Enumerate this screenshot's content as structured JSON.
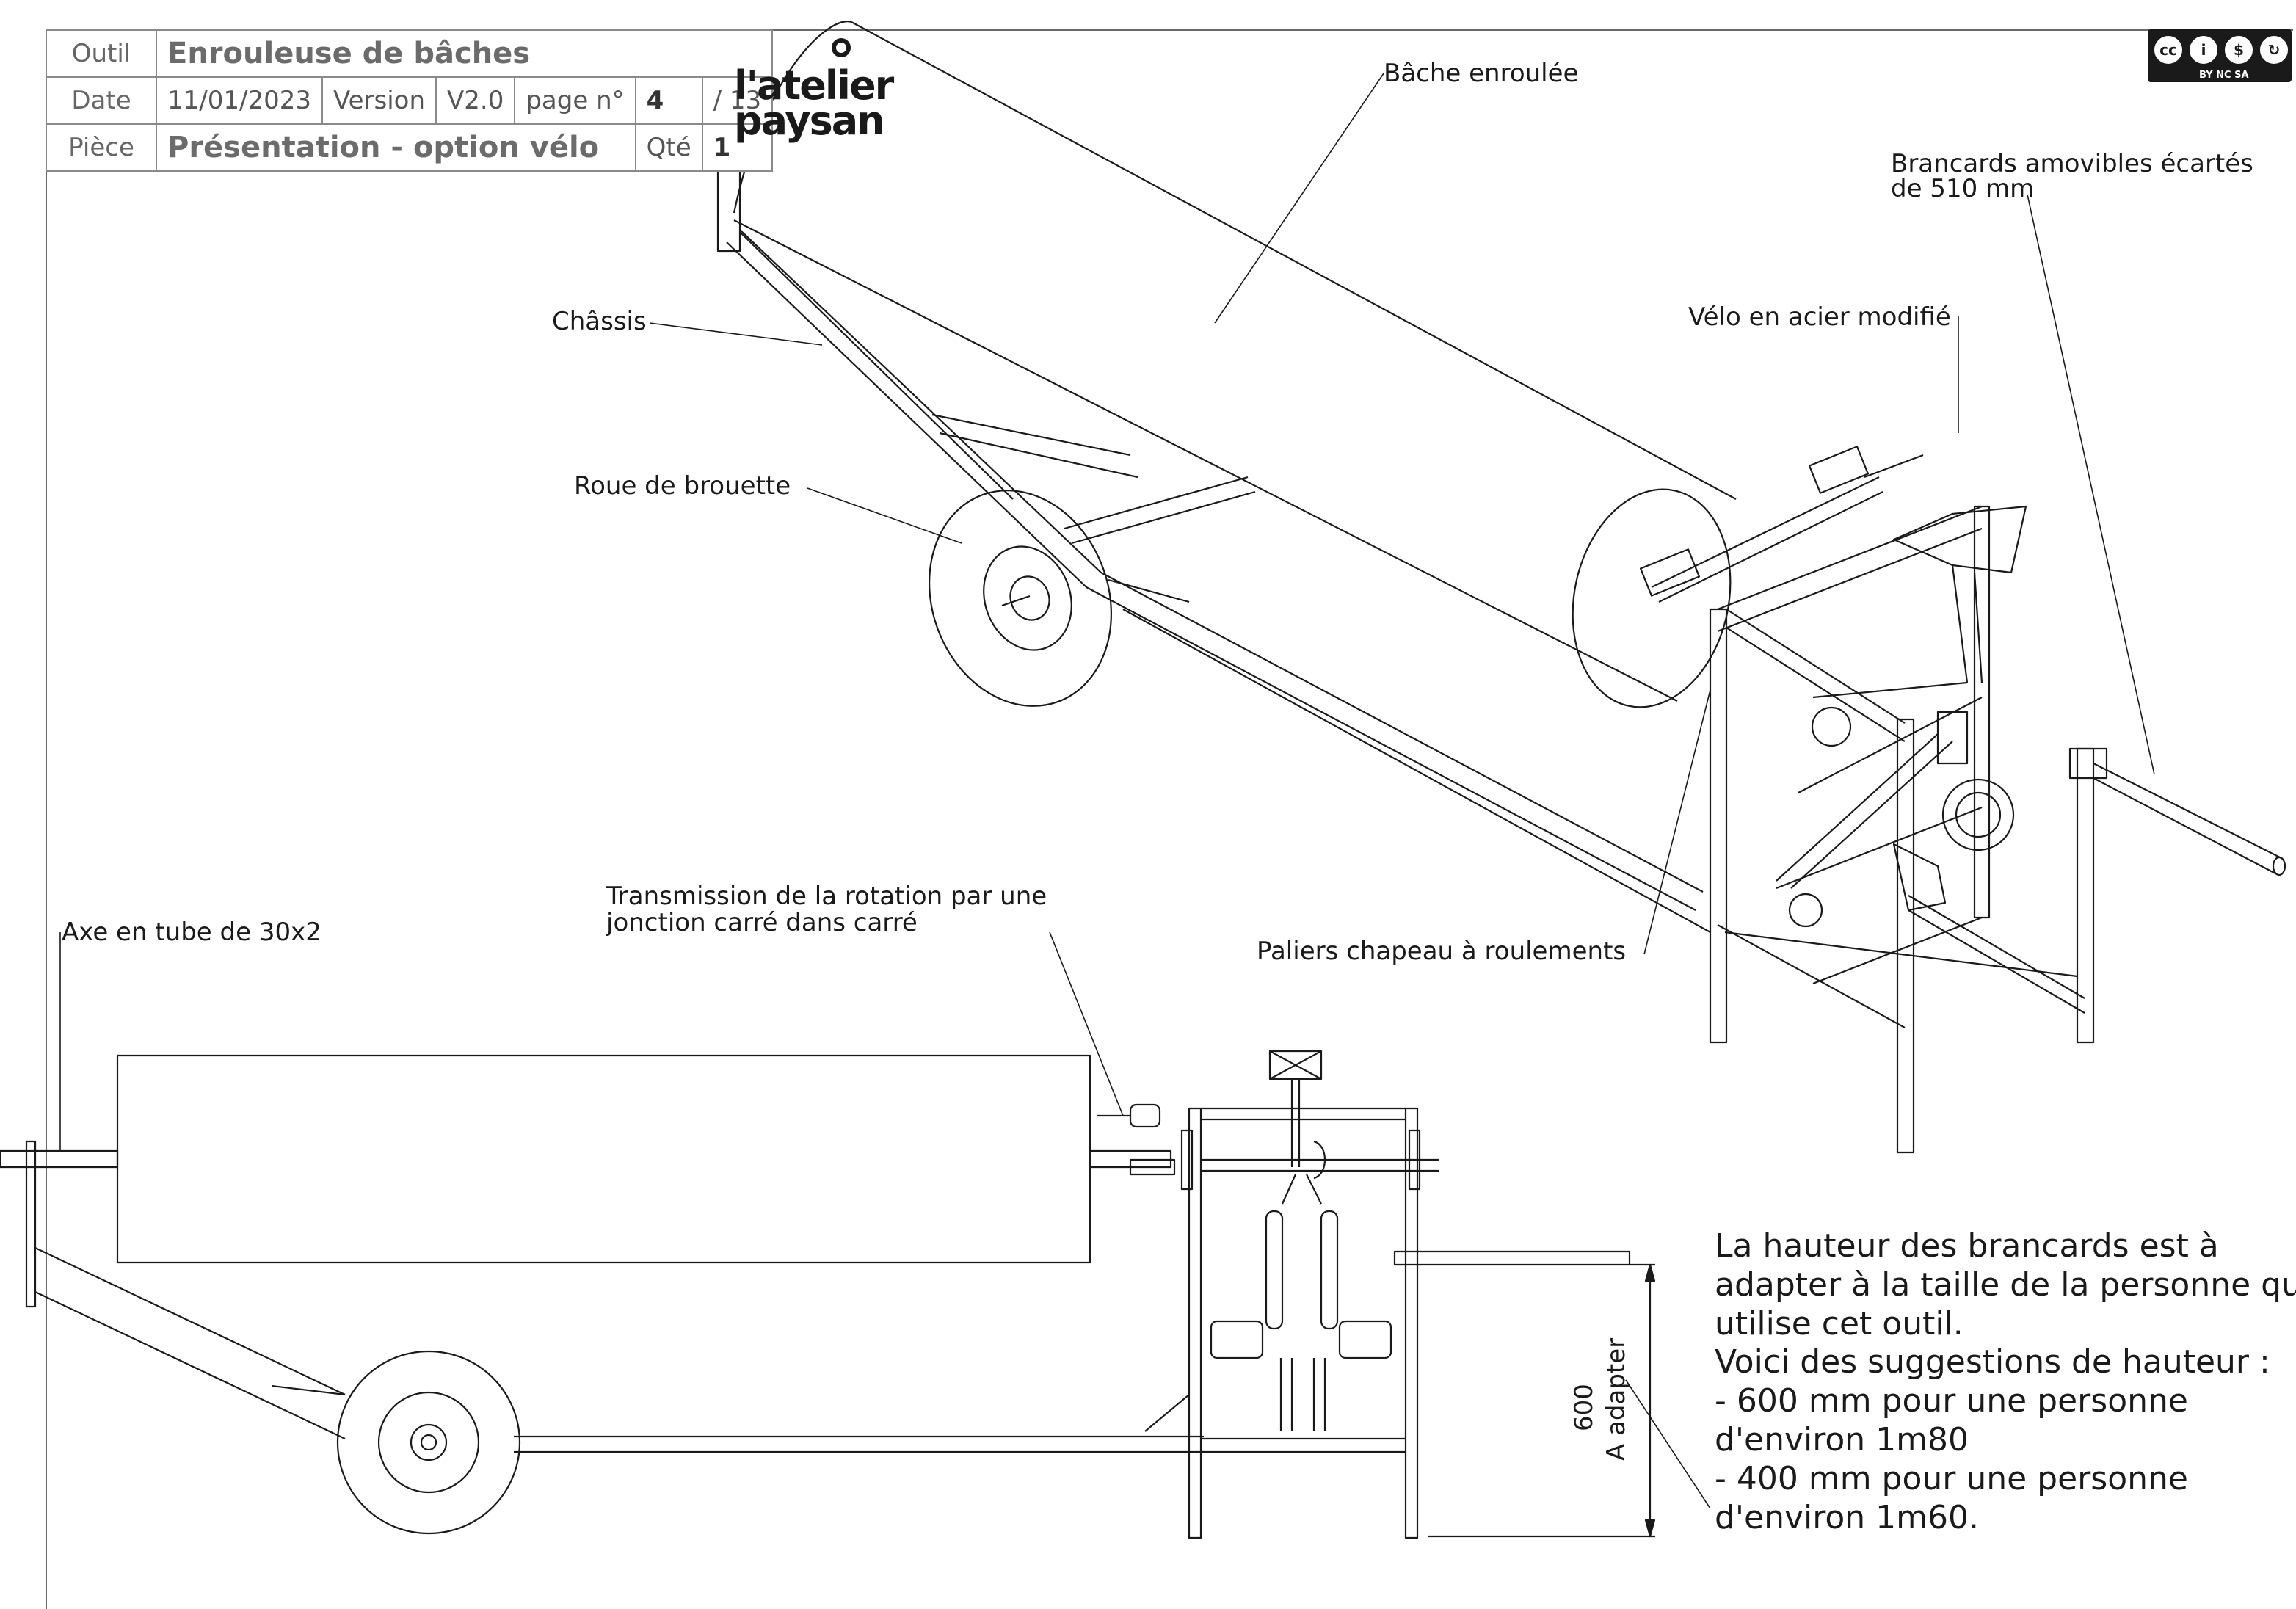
{
  "title_block": {
    "outil_label": "Outil",
    "outil_value": "Enrouleuse de bâches",
    "date_label": "Date",
    "date_value": "11/01/2023",
    "version_label": "Version",
    "version_value": "V2.0",
    "page_label": "page n°",
    "page_number": "4",
    "page_total": "/ 13",
    "piece_label": "Pièce",
    "piece_value": "Présentation - option vélo",
    "qte_label": "Qté",
    "qte_value": "1"
  },
  "logo": {
    "line1": "l'atelier",
    "line2": "paysan"
  },
  "license": {
    "badges": [
      "cc",
      "by",
      "nc",
      "sa"
    ],
    "footer": "BY  NC  SA"
  },
  "callouts": {
    "bache": "Bâche enroulée",
    "brancards": [
      "Brancards amovibles écartés",
      "de 510 mm"
    ],
    "velo": "Vélo en acier modifié",
    "chassis": "Châssis",
    "roue": "Roue de brouette",
    "transmission": [
      "Transmission de la rotation par une",
      "jonction carré dans carré"
    ],
    "axe": "Axe en tube de 30x2",
    "paliers": "Paliers chapeau à roulements"
  },
  "dimension": {
    "value": "600",
    "label": "A adapter"
  },
  "note": [
    "La hauteur des brancards est à",
    "adapter à la taille de la personne qui",
    "utilise cet outil.",
    "Voici des suggestions de hauteur :",
    "- 600 mm pour une personne",
    "d'environ 1m80",
    "- 400 mm pour une personne",
    "d'environ 1m60."
  ]
}
